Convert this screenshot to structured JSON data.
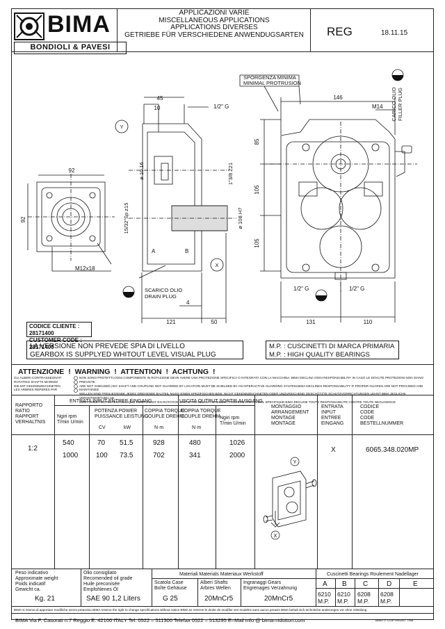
{
  "header": {
    "brand_word": "BIMA",
    "brand_sub": "BONDIOLI & PAVESI",
    "titles": [
      "APPLICAZIONI VARIE",
      "MISCELLANEOUS APPLICATIONS",
      "APPLICATIONS DIVERSES",
      "GETRIEBE FÜR VERSCHIEDENE ANWENDUGSARTEN"
    ],
    "model_code": "REG",
    "date": "18.11.15"
  },
  "drawing": {
    "labels": {
      "min_protrusion_it": "SPORGENZA MINIMA",
      "min_protrusion_en": "MINIMAL PROTRUSION",
      "filler_it": "CARICO OLIO",
      "filler_en": "FILLER PLUG",
      "drain_it": "SCARICO OLIO",
      "drain_en": "DRAIN PLUG",
      "shaft_a": "A",
      "shaft_b": "B",
      "axis_y": "Y",
      "axis_x": "X",
      "bolt": "M12x18"
    },
    "dims": {
      "d92h": "92",
      "d92v": "92",
      "d45": "45",
      "d10": "10",
      "g12_top": "1/2\" G",
      "d10_16": "ø 10.16",
      "spline_a": "15/32\"Sp z15",
      "spline_b": "1\"3/8 Z21",
      "d108": "ø 108 H7",
      "d4": "4",
      "d121": "121",
      "d50": "50",
      "d146": "146",
      "m14": "M14",
      "d85": "85",
      "d105a": "105",
      "d105b": "105",
      "g12_low1": "1/2\" G",
      "g12_low2": "1/2\" G",
      "d131": "131",
      "d110": "110"
    }
  },
  "customer": {
    "client_code": "CODICE CLIENTE : 28171400",
    "customer_code": "CUSTOMER CODE : 28171400"
  },
  "notes": {
    "left_1": "LA VERSIONE NON PREVEDE SPIA DI LIVELLO",
    "left_2": "GEARBOX IS SUPPLYED WHITOUT LEVEL VISUAL PLUG",
    "right_1": "M.P. :  CUSCINETTI DI MARCA PRIMARIA",
    "right_2": "M.P. :  HIGH QUALITY BEARINGS"
  },
  "warning": {
    "title": "ATTENZIONE !   WARNING !   ATTENTION !   ACHTUNG !",
    "col1": [
      "GLI ALBERI CONTRASSEGNATI",
      "ROTATING SHAFTS MARKED",
      "LES ARBRES REPERES PAR",
      "DIE MIT GEKENNZEICHNETEN"
    ],
    "col2": [
      "NON SONO PROTETTI,OGNI COMPONENTE IN ROTAZIONE DEVE AVERE UNA PROTEZIONE SPECIFICA O INTEGRATA CON LA MACCHINA. BIMA DECLINA OGNI RESPONSABILITA' IN CASO LE DOVUTE PROTEZIONI NON SIANO PREVISTE",
      "ARE NOT SHIELDED,ANY SHAFT AND COUPLING NOT GUARDED BY LOCATION MUST BE SHIELDED BY AN INTERACTIVE GUARDING SYSTEM.BIMA DECLINES RESPONSABILITY IF PROPER GUARDS ARE NOT PROVIDED AND MAINTAINED",
      "SONT SANS PROTECTEUR,CHAQUE COMPOSANT EN ROTATION DOIT ETRE OBLIGATOIREMENT PROTEGE PAR UN BOL SPECIFIQUE.BIMA DECLINE TOUTE RESPONSABILITE CONTRE TOUTE NEGLIGENCE",
      "WELLEN SIND FREILIEGENDE,JEDES DREHENDE BAUTEIL MUSS EINEN SPEZIFISCHEN BZW. NICHT GEKENNZEICHNETEN ODER UNZUREICHEND GESCHÜTZTE SCHUTZVORRICHTUNGEN LEHNT BIMA JEGLICHE VERANTWORTUNG AB"
    ]
  },
  "table": {
    "headers": {
      "ratio": [
        "RAPPORTO",
        "RATIO",
        "RAPPORT",
        "VERHALTNIS"
      ],
      "input_group": "ENTRATA INPUT ENTREE EINGANG",
      "output_group": "USCITA OUTPUT SORTIE AUSGANG",
      "rpm_in": [
        "Ngiri  rpm",
        "T/min  U/min"
      ],
      "power": [
        "POTENZA POWER",
        "PUISSANCE LEISTUNG"
      ],
      "power_units": [
        "CV",
        "kW"
      ],
      "torque_in": [
        "COPPIA TORQUE",
        "COUPLE DREHM."
      ],
      "torque_in_unit": "N·m",
      "torque_out": [
        "COPPIA TORQUE",
        "COUPLE DREHM."
      ],
      "torque_out_unit": "N·m",
      "rpm_out": [
        "Ngiri  rpm",
        "T/min  U/min"
      ],
      "mounting": [
        "MONTAGGIO",
        "ARRANGEMENT",
        "MONTAGE",
        "MONTAGE"
      ],
      "input_pos": [
        "ENTRATA",
        "INPUT",
        "ENTREE",
        "EINGANG"
      ],
      "code": [
        "CODICE",
        "CODE",
        "CODE",
        "BESTELLNUMMER"
      ]
    },
    "ratio": "1:2",
    "rows": [
      {
        "rpm_in": "540",
        "cv": "70",
        "kw": "51.5",
        "torque_in": "928",
        "torque_out": "480",
        "rpm_out": "1026"
      },
      {
        "rpm_in": "1000",
        "cv": "100",
        "kw": "73.5",
        "torque_in": "702",
        "torque_out": "341",
        "rpm_out": "2000"
      }
    ],
    "input_position": "X",
    "order_code": "6065.348.020MP",
    "axis_y": "Y",
    "axis_x": "X"
  },
  "bottom": {
    "weight_labels": [
      "Peso indicativo",
      "Approximate weight",
      "Poids indicatif",
      "Gewicht ca."
    ],
    "weight": "Kg. 21",
    "oil_labels": [
      "Olio consigliato",
      "Recomended oil grade",
      "Huile preconisée",
      "Empfohlenes Öl"
    ],
    "oil": "SAE 90  1,2 Liters",
    "materials_title": "Materiali Materials Materiaux Werkstoff",
    "case_labels": [
      "Scatola Case",
      "Boîte Gehäuse"
    ],
    "case": "G 25",
    "shafts_labels": [
      "Alberi Shafts",
      "Arbres Wellen"
    ],
    "shafts": "20MnCr5",
    "gears_labels": [
      "Ingranaggi Gears",
      "Engrenages Verzahnung"
    ],
    "gears": "20MnCr5",
    "bearings_title": "Cuscinetti Bearings Roulement Nadellager",
    "bearing_cols": [
      "A",
      "B",
      "C",
      "D",
      "E"
    ],
    "bearings": [
      {
        "num": "6210",
        "grade": "M.P."
      },
      {
        "num": "6210",
        "grade": "M.P."
      },
      {
        "num": "6208",
        "grade": "M.P."
      },
      {
        "num": "6208",
        "grade": "M.P."
      },
      {
        "num": "",
        "grade": ""
      }
    ]
  },
  "footer": {
    "rights": "BIMA si riserva di apportare modifiche senza preavviso   BIMA reserve the right to change specifications without notice   BIMA se reserve le droite de modifier ses modeles sans aucun preavis   BIMA behalt sich technische anderungen vor ohne mitteilung",
    "address": "BIMA Via F. Casorati n.7 Reggio E. 42100 ITALY Tel. 0522 – 511300  Telefax 0522 – 513295   E–Mail info @ bima–riduttori.com",
    "copyright": "BIMA © COPYRIGHT 7/89"
  }
}
